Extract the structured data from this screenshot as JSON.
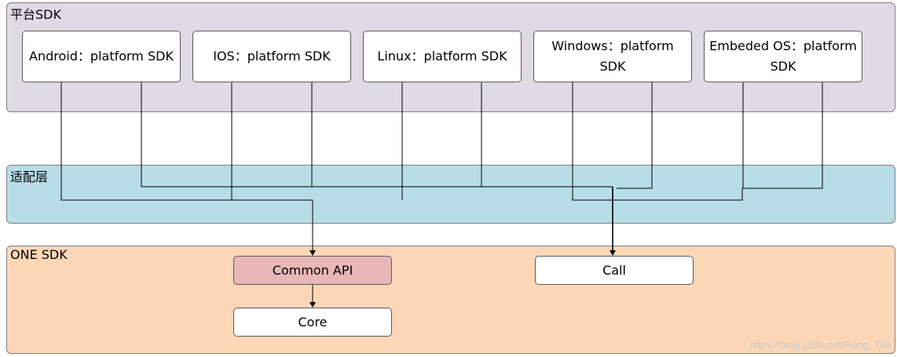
{
  "layers": {
    "platform": {
      "title": "平台SDK"
    },
    "adapter": {
      "title": "适配层"
    },
    "one_sdk": {
      "title": "ONE SDK"
    }
  },
  "platform_sdks": [
    {
      "label": "Android：platform SDK"
    },
    {
      "label": "IOS：platform SDK"
    },
    {
      "label": "Linux：platform SDK"
    },
    {
      "label": "Windows：platform SDK"
    },
    {
      "label": "Embeded OS：platform SDK"
    }
  ],
  "one_sdk_boxes": {
    "common_api": "Common API",
    "call": "Call",
    "core": "Core"
  },
  "watermark": "https://blog.csdn.net/Rong_Toa",
  "colors": {
    "platform_layer": "#e0d9e6",
    "adapter_layer": "#b7dde8",
    "one_sdk_layer": "#fbd7b8",
    "common_api_fill": "#e8b7b7"
  }
}
